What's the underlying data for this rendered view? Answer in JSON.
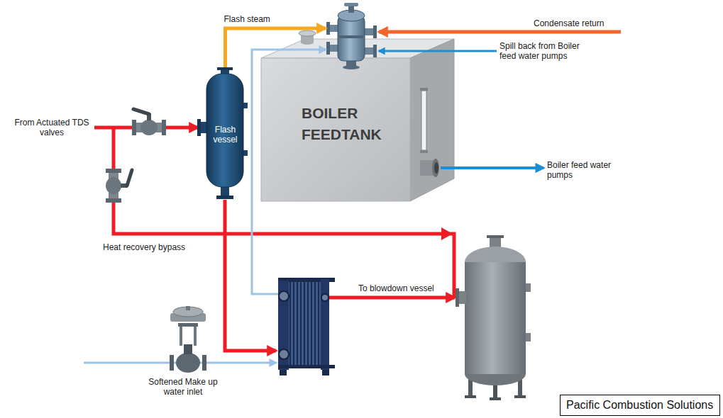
{
  "diagram": {
    "nodes": [
      {
        "text": [
          "Flash vessel"
        ]
      },
      {
        "text": [
          "BOILER FEEDTANK"
        ]
      },
      {
        "text": [
          "Pacific Combustion Solutions"
        ]
      }
    ],
    "edges": [
      {
        "from": 0,
        "to": 1,
        "arrow": "to",
        "label": "Flash steam"
      }
    ],
    "labels": [
      "From Actuated TDS valves",
      "Condensate return",
      "Spill back from Boiler feed water pumps",
      "Boiler feed water pumps",
      "Heat recovery bypass",
      "To blowdown vessel",
      "Softened Make up water inlet"
    ]
  }
}
